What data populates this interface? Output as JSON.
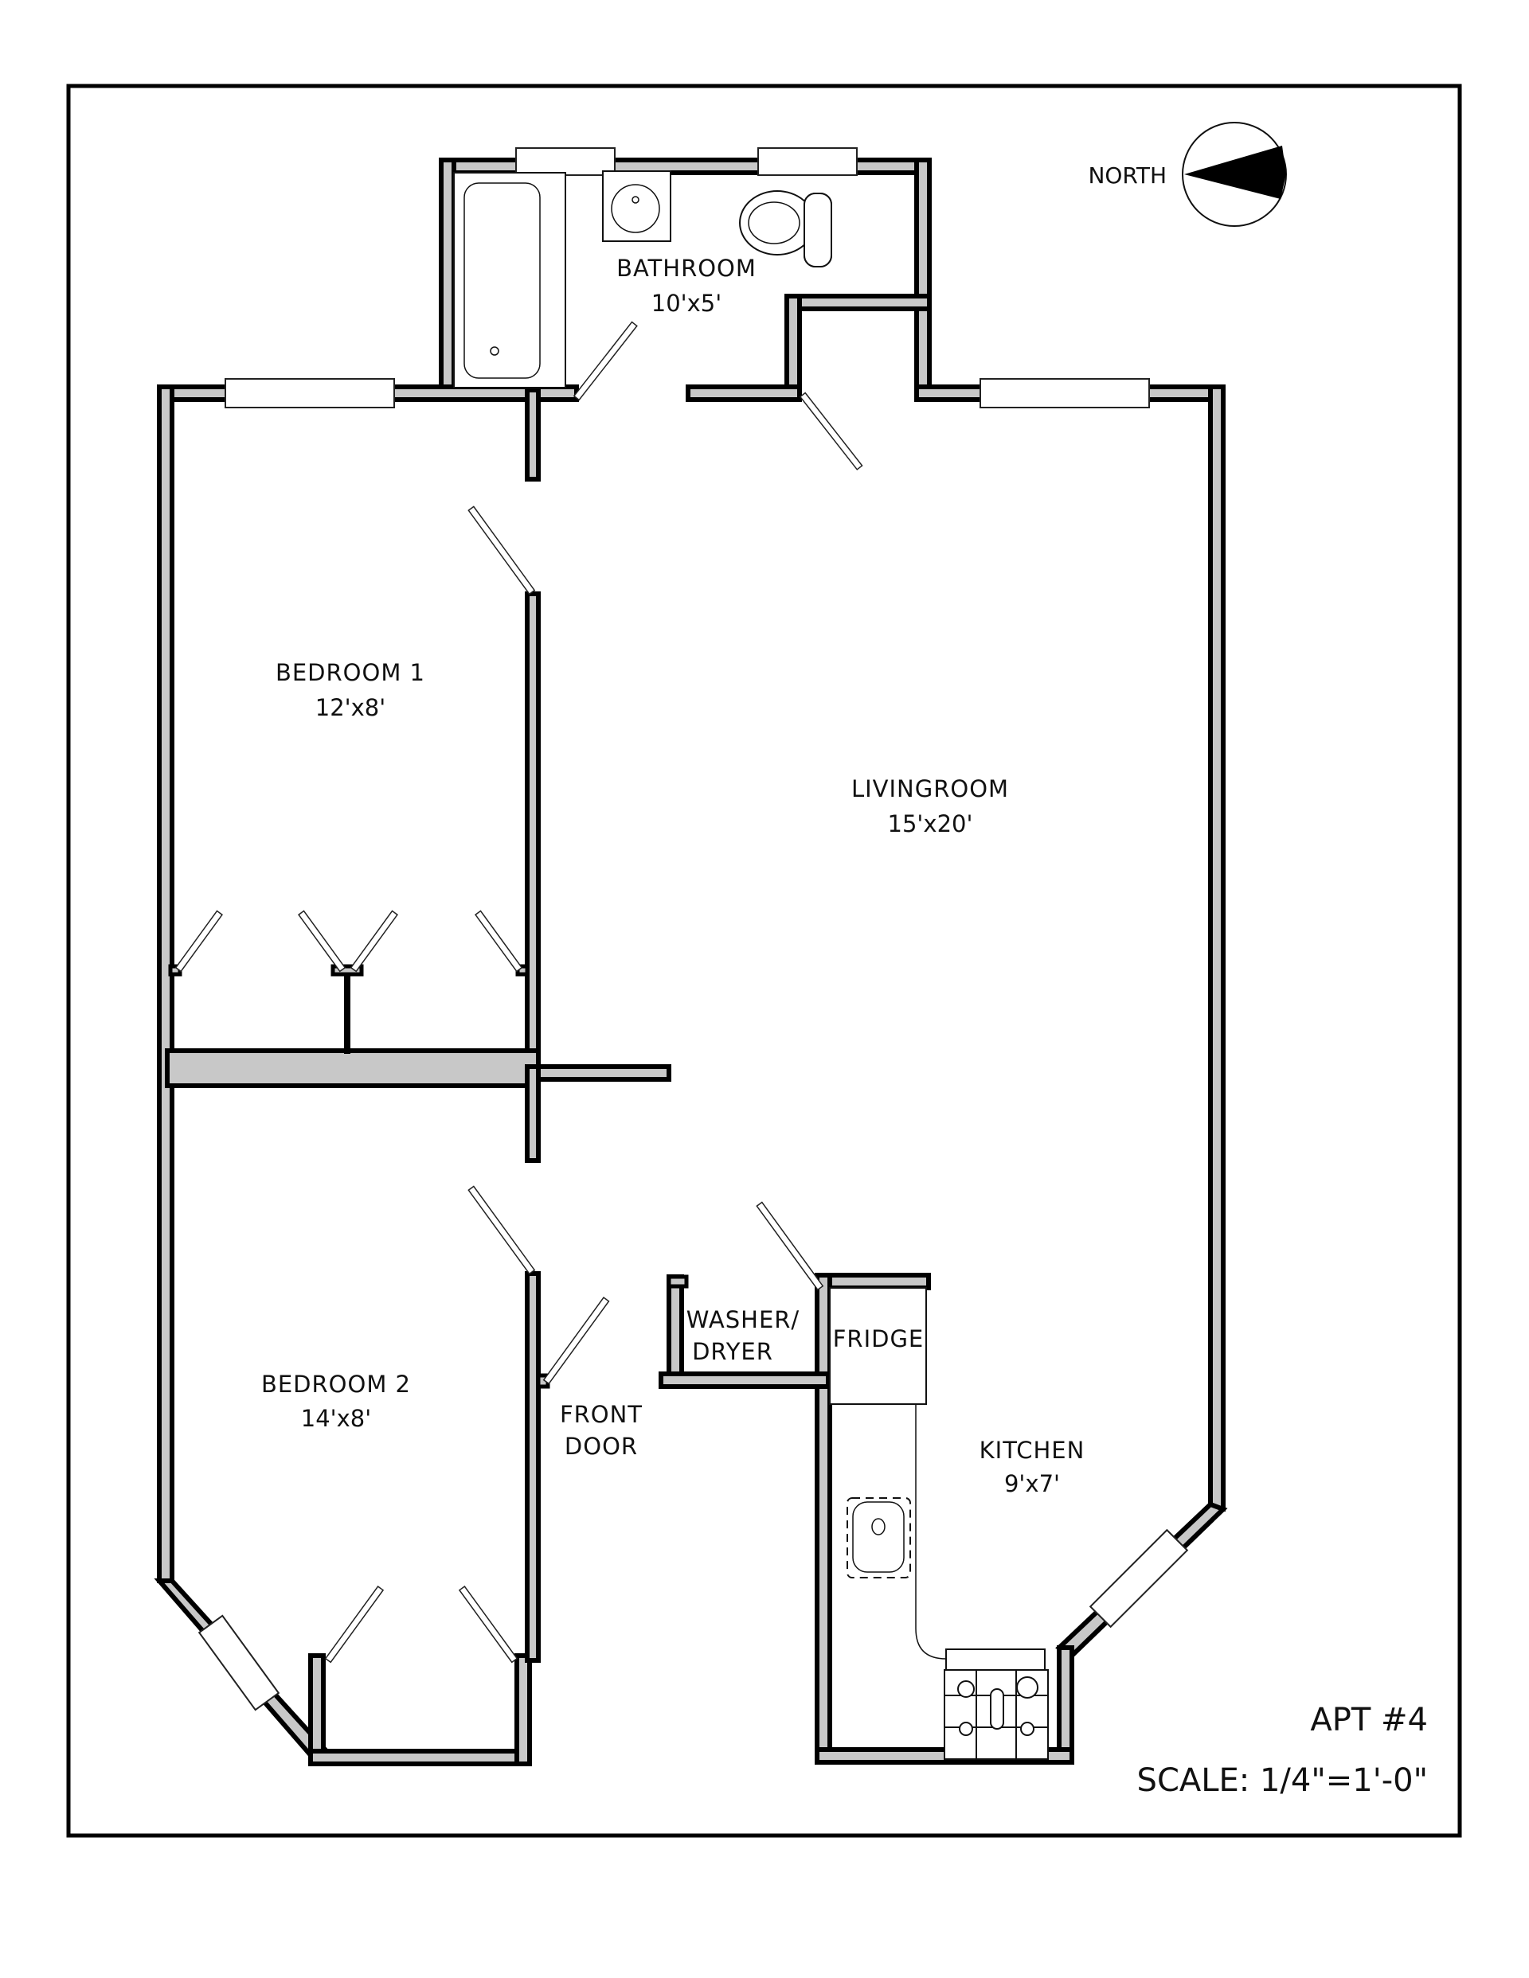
{
  "plan": {
    "title": "APT #4",
    "scale_label": "SCALE: 1/4\"=1'-0\"",
    "north_label": "NORTH",
    "colors": {
      "wall_fill": "#c8c8c8",
      "wall_outline": "#000000",
      "background": "#ffffff"
    }
  },
  "rooms": {
    "bathroom": {
      "name": "BATHROOM",
      "dims": "10'x5'"
    },
    "bedroom1": {
      "name": "BEDROOM 1",
      "dims": "12'x8'"
    },
    "livingroom": {
      "name": "LIVINGROOM",
      "dims": "15'x20'"
    },
    "bedroom2": {
      "name": "BEDROOM 2",
      "dims": "14'x8'"
    },
    "kitchen": {
      "name": "KITCHEN",
      "dims": "9'x7'"
    }
  },
  "labels": {
    "front_door_line1": "FRONT",
    "front_door_line2": "DOOR",
    "washer_line1": "WASHER/",
    "washer_line2": "DRYER",
    "fridge": "FRIDGE"
  }
}
